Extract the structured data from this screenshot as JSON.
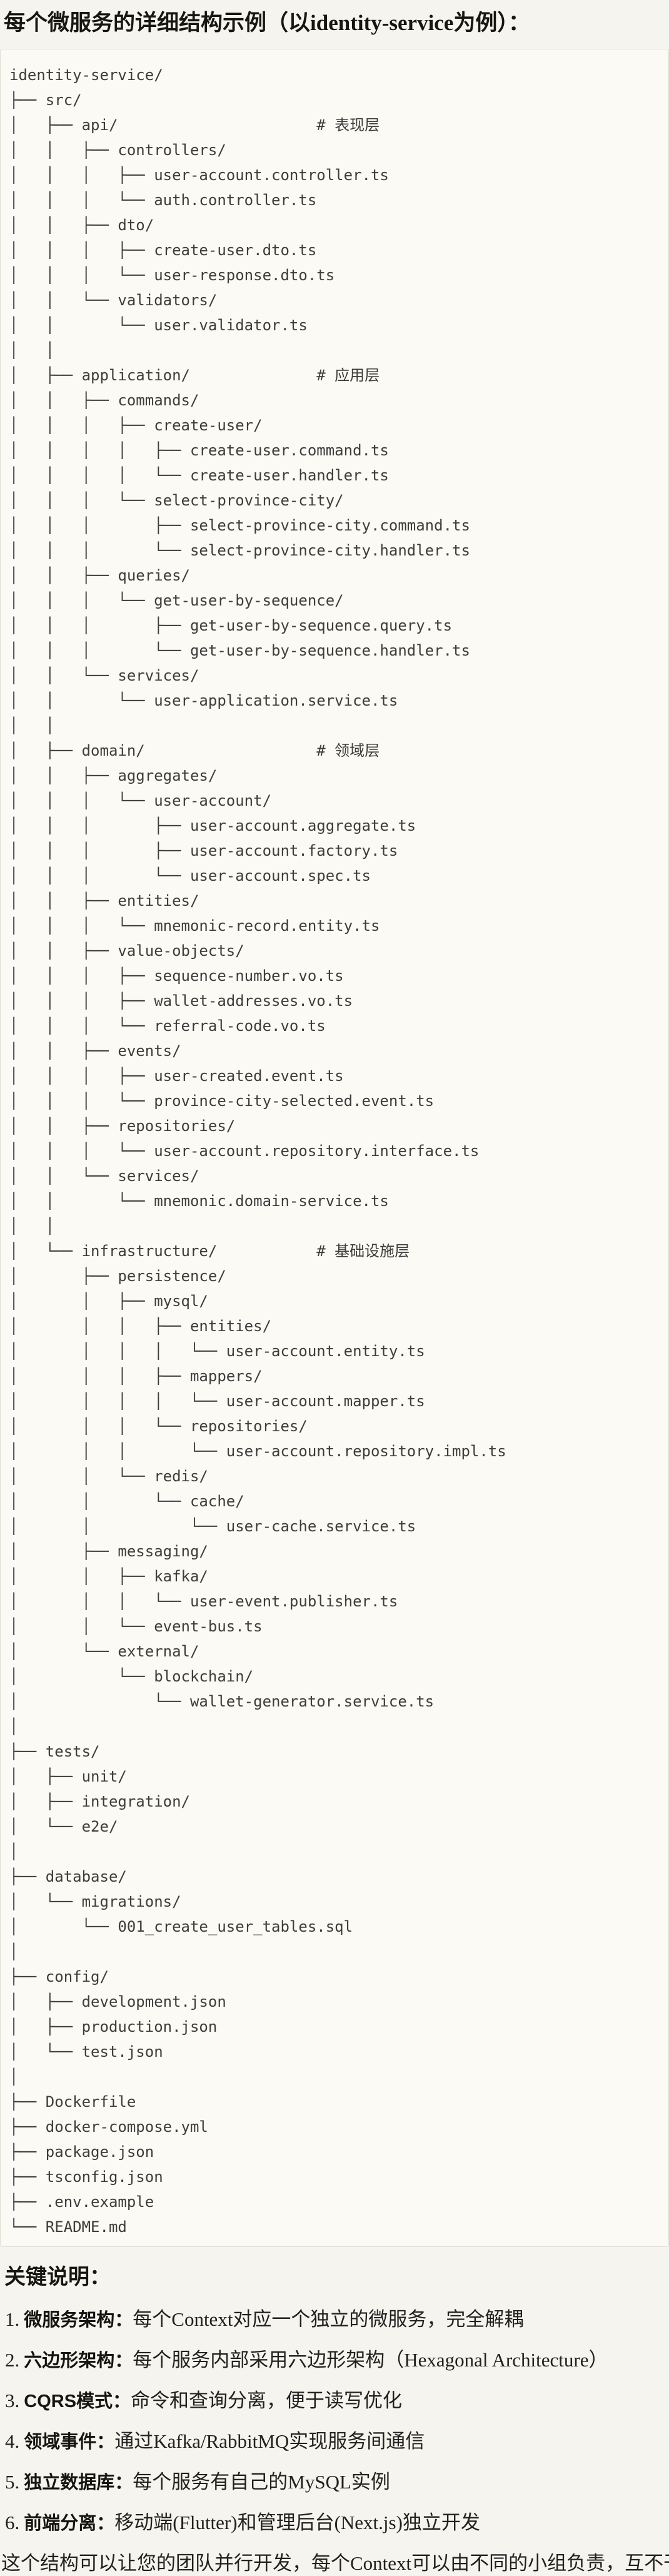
{
  "page": {
    "title": "每个微服务的详细结构示例（以identity-service为例）："
  },
  "colors": {
    "page_background": "#f6f4ee",
    "code_block_background": "#fbfaf5",
    "code_block_border": "#e0ddd3",
    "tree_text": "#3e3d3b",
    "heading_text": "#161613",
    "body_text": "#222120"
  },
  "tree": {
    "root": "identity-service/",
    "layer_comments": [
      "# 表现层",
      "# 应用层",
      "# 领域层",
      "# 基础设施层"
    ],
    "lines": [
      "identity-service/",
      "├── src/",
      "│   ├── api/                      # 表现层",
      "│   │   ├── controllers/",
      "│   │   │   ├── user-account.controller.ts",
      "│   │   │   └── auth.controller.ts",
      "│   │   ├── dto/",
      "│   │   │   ├── create-user.dto.ts",
      "│   │   │   └── user-response.dto.ts",
      "│   │   └── validators/",
      "│   │       └── user.validator.ts",
      "│   │",
      "│   ├── application/              # 应用层",
      "│   │   ├── commands/",
      "│   │   │   ├── create-user/",
      "│   │   │   │   ├── create-user.command.ts",
      "│   │   │   │   └── create-user.handler.ts",
      "│   │   │   └── select-province-city/",
      "│   │   │       ├── select-province-city.command.ts",
      "│   │   │       └── select-province-city.handler.ts",
      "│   │   ├── queries/",
      "│   │   │   └── get-user-by-sequence/",
      "│   │   │       ├── get-user-by-sequence.query.ts",
      "│   │   │       └── get-user-by-sequence.handler.ts",
      "│   │   └── services/",
      "│   │       └── user-application.service.ts",
      "│   │",
      "│   ├── domain/                   # 领域层",
      "│   │   ├── aggregates/",
      "│   │   │   └── user-account/",
      "│   │   │       ├── user-account.aggregate.ts",
      "│   │   │       ├── user-account.factory.ts",
      "│   │   │       └── user-account.spec.ts",
      "│   │   ├── entities/",
      "│   │   │   └── mnemonic-record.entity.ts",
      "│   │   ├── value-objects/",
      "│   │   │   ├── sequence-number.vo.ts",
      "│   │   │   ├── wallet-addresses.vo.ts",
      "│   │   │   └── referral-code.vo.ts",
      "│   │   ├── events/",
      "│   │   │   ├── user-created.event.ts",
      "│   │   │   └── province-city-selected.event.ts",
      "│   │   ├── repositories/",
      "│   │   │   └── user-account.repository.interface.ts",
      "│   │   └── services/",
      "│   │       └── mnemonic.domain-service.ts",
      "│   │",
      "│   └── infrastructure/           # 基础设施层",
      "│       ├── persistence/",
      "│       │   ├── mysql/",
      "│       │   │   ├── entities/",
      "│       │   │   │   └── user-account.entity.ts",
      "│       │   │   ├── mappers/",
      "│       │   │   │   └── user-account.mapper.ts",
      "│       │   │   └── repositories/",
      "│       │   │       └── user-account.repository.impl.ts",
      "│       │   └── redis/",
      "│       │       └── cache/",
      "│       │           └── user-cache.service.ts",
      "│       ├── messaging/",
      "│       │   ├── kafka/",
      "│       │   │   └── user-event.publisher.ts",
      "│       │   └── event-bus.ts",
      "│       └── external/",
      "│           └── blockchain/",
      "│               └── wallet-generator.service.ts",
      "│",
      "├── tests/",
      "│   ├── unit/",
      "│   ├── integration/",
      "│   └── e2e/",
      "│",
      "├── database/",
      "│   └── migrations/",
      "│       └── 001_create_user_tables.sql",
      "│",
      "├── config/",
      "│   ├── development.json",
      "│   ├── production.json",
      "│   └── test.json",
      "│",
      "├── Dockerfile",
      "├── docker-compose.yml",
      "├── package.json",
      "├── tsconfig.json",
      "├── .env.example",
      "└── README.md"
    ]
  },
  "notes": {
    "heading": "关键说明：",
    "items": [
      {
        "num": "1.",
        "term": "微服务架构：",
        "desc": "每个Context对应一个独立的微服务，完全解耦"
      },
      {
        "num": "2.",
        "term": "六边形架构：",
        "desc": "每个服务内部采用六边形架构（Hexagonal Architecture）"
      },
      {
        "num": "3.",
        "term": "CQRS模式：",
        "desc": "命令和查询分离，便于读写优化"
      },
      {
        "num": "4.",
        "term": "领域事件：",
        "desc": "通过Kafka/RabbitMQ实现服务间通信"
      },
      {
        "num": "5.",
        "term": "独立数据库：",
        "desc": "每个服务有自己的MySQL实例"
      },
      {
        "num": "6.",
        "term": "前端分离：",
        "desc": "移动端(Flutter)和管理后台(Next.js)独立开发"
      }
    ],
    "footer": "这个结构可以让您的团队并行开发，每个Context可以由不同的小组负责，互不干扰。"
  }
}
